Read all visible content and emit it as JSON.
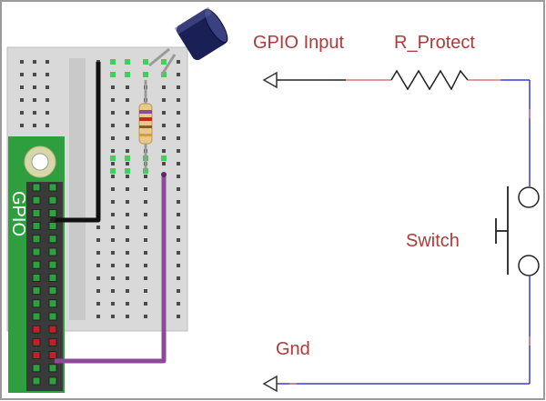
{
  "labels": {
    "gpio_input": "GPIO Input",
    "r_protect": "R_Protect",
    "switch": "Switch",
    "gnd": "Gnd",
    "gpio_header": "GPIO"
  },
  "colors": {
    "label_text": "#b03a3a",
    "wire_black": "#111111",
    "wire_purple": "#8e4a9a",
    "wire_blue": "#3a3ad8",
    "wire_red_tint": "#d77a7a",
    "board_green": "#2f9e3f",
    "breadboard": "#d9d9d9",
    "capacitor": "#1a1f55",
    "pin_red": "#c0202a"
  },
  "icons": {
    "input_arrow": "left-arrow-icon",
    "ground_arrow": "left-arrow-icon",
    "resistor": "zigzag-resistor-icon",
    "switch": "push-button-switch-icon"
  }
}
